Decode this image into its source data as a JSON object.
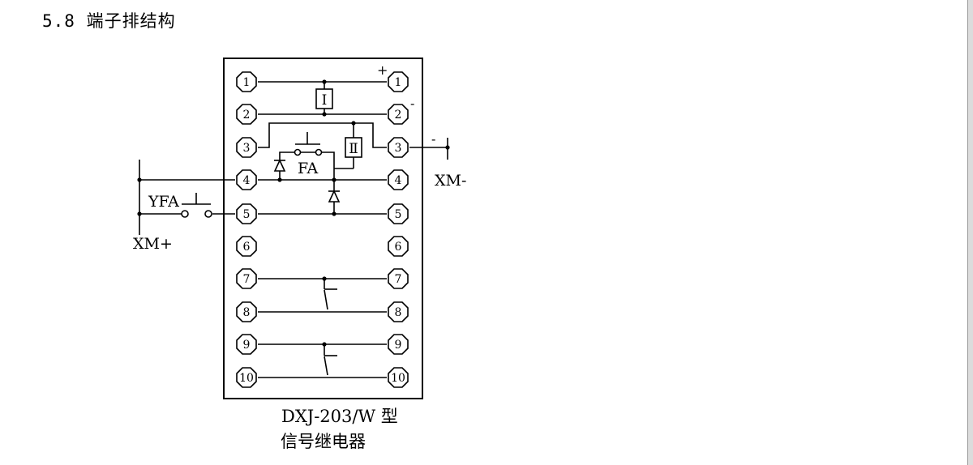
{
  "section": {
    "title": "5.8 端子排结构"
  },
  "terminals_left": [
    "1",
    "2",
    "3",
    "4",
    "5",
    "6",
    "7",
    "8",
    "9",
    "10"
  ],
  "terminals_right": [
    "1",
    "2",
    "3",
    "4",
    "5",
    "6",
    "7",
    "8",
    "9",
    "10"
  ],
  "labels": {
    "plus": "+",
    "minus": "-",
    "minus_ext": "-",
    "coil1": "Ⅰ",
    "coil2": "Ⅱ",
    "fa": "FA",
    "yfa": "YFA",
    "xm_plus": "XM+",
    "xm_minus": "XM-"
  },
  "caption": {
    "model": "DXJ-203/W 型",
    "name": "信号继电器"
  }
}
